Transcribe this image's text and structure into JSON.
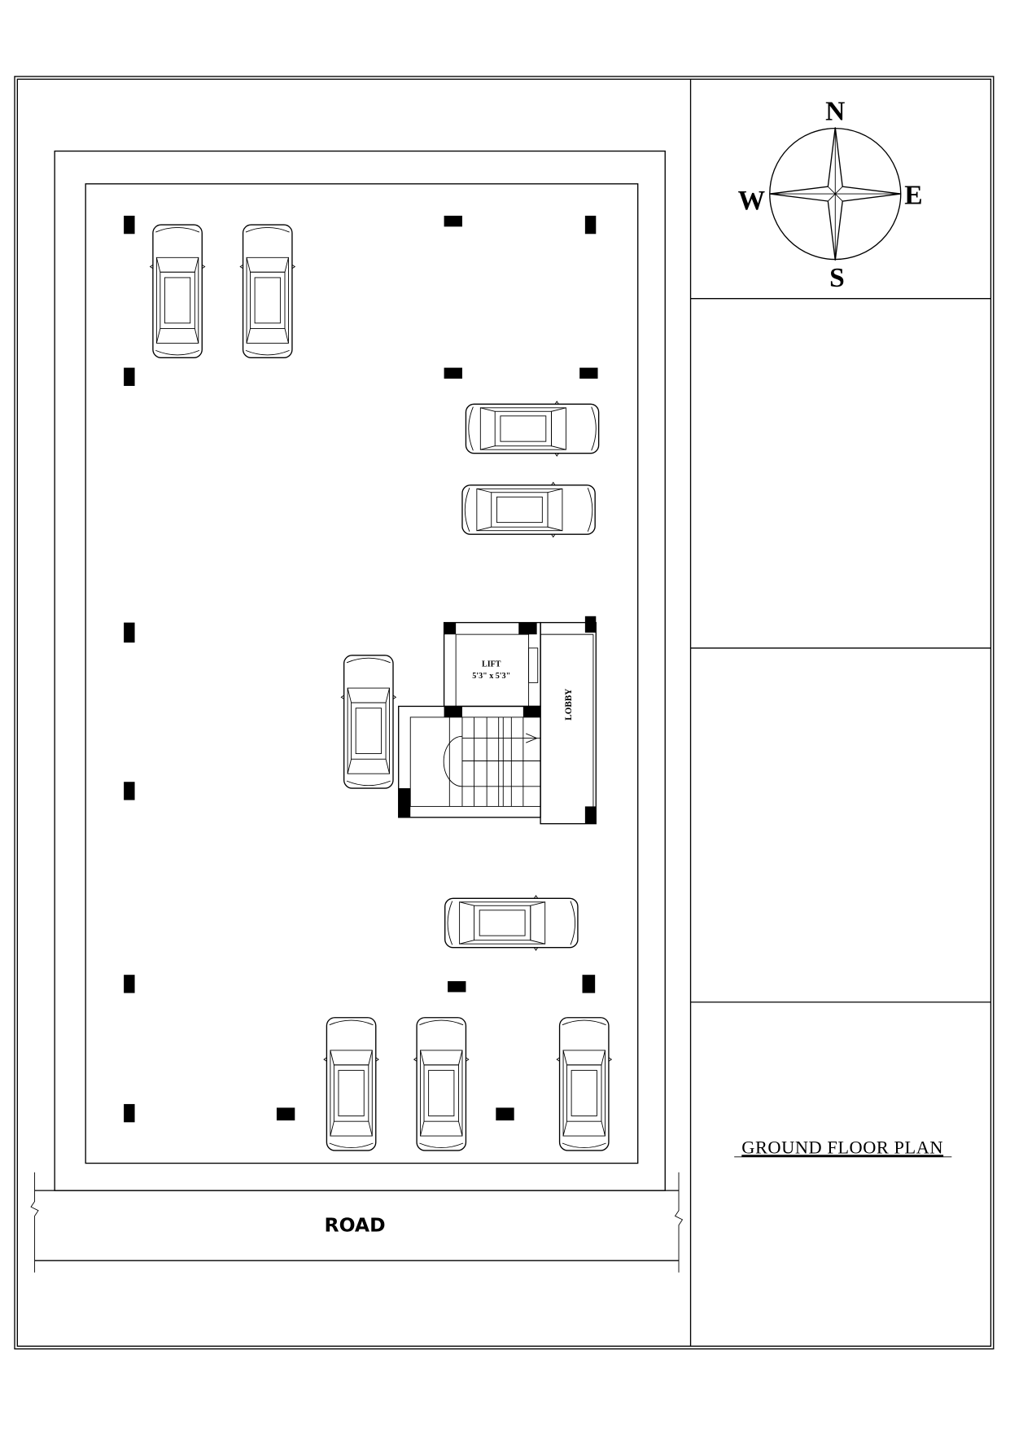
{
  "compass": {
    "north": "N",
    "south": "S",
    "east": "E",
    "west": "W"
  },
  "lift": {
    "label": "LIFT",
    "size": "5'3\" x 5'3\""
  },
  "lobby": {
    "label": "LOBBY"
  },
  "road": {
    "label": "ROAD"
  },
  "title": {
    "label": "GROUND FLOOR PLAN"
  },
  "colors": {
    "line": "#000000",
    "background": "#ffffff"
  }
}
